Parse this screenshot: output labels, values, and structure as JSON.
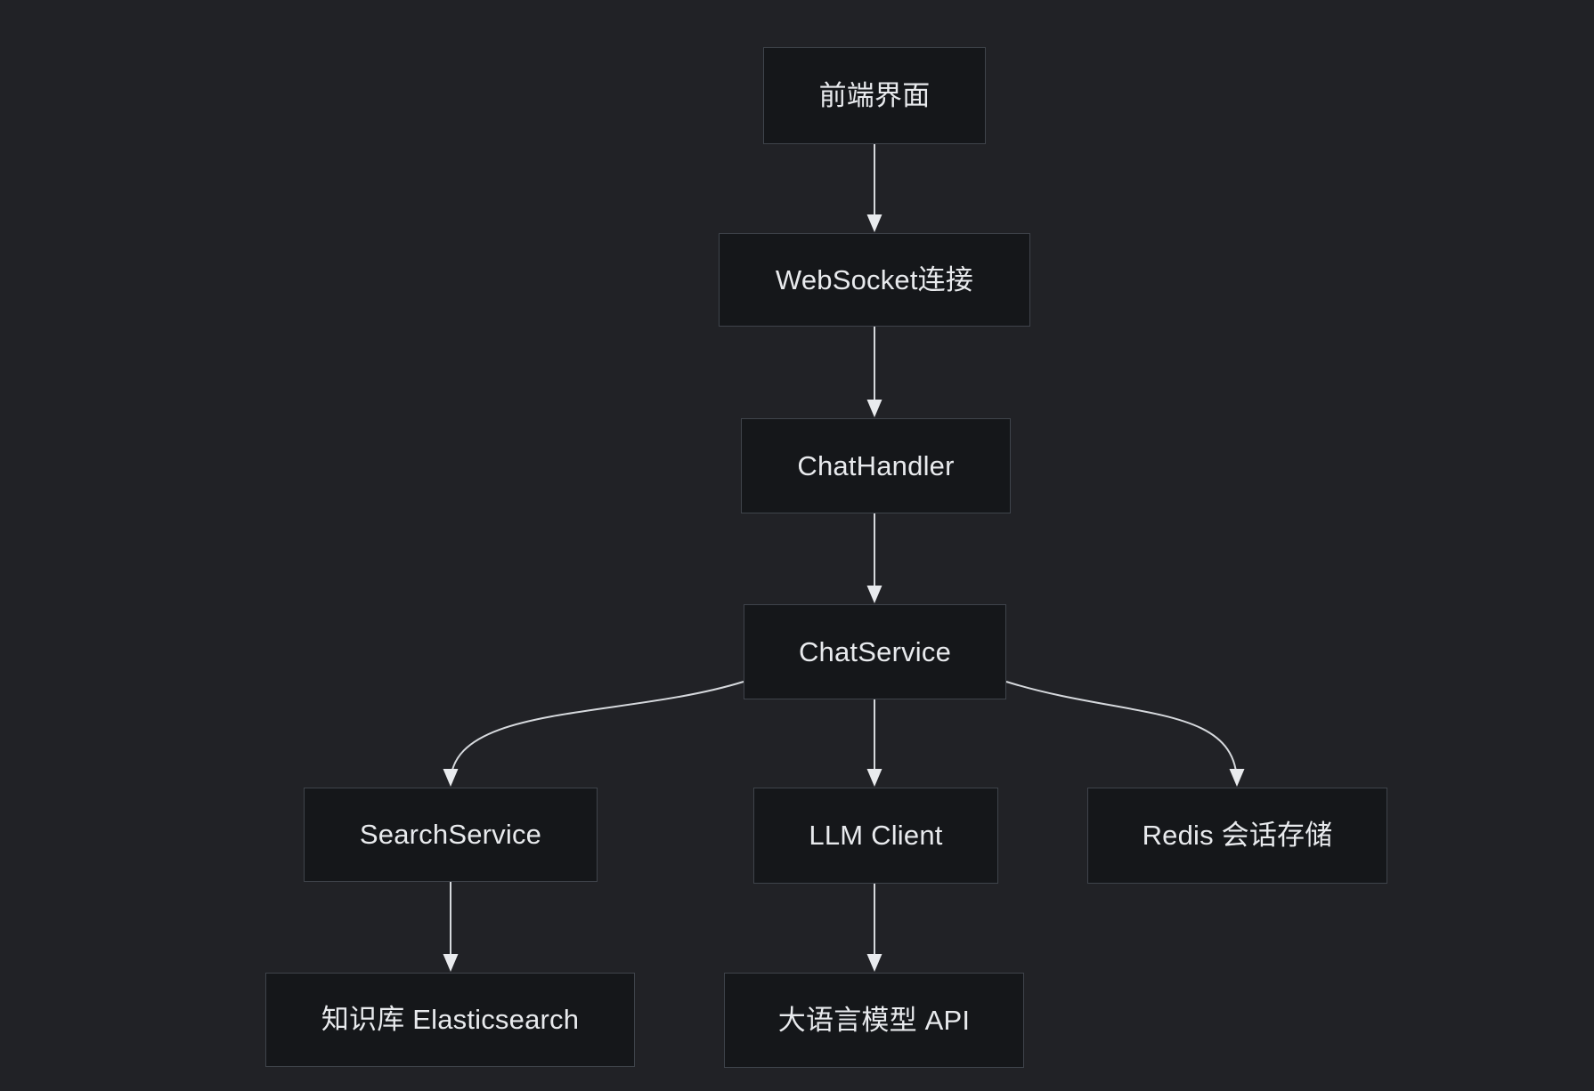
{
  "diagram": {
    "type": "flowchart",
    "direction": "top-down",
    "colors": {
      "background": "#212226",
      "node_fill": "#15171a",
      "node_border": "#3f444b",
      "text": "#e8eaed",
      "edge_line": "#d6d9dd",
      "arrowhead": "#e9ebee"
    },
    "nodes": [
      {
        "id": "frontend",
        "label": "前端界面"
      },
      {
        "id": "websocket",
        "label": "WebSocket连接"
      },
      {
        "id": "chathandler",
        "label": "ChatHandler"
      },
      {
        "id": "chatservice",
        "label": "ChatService"
      },
      {
        "id": "searchservice",
        "label": "SearchService"
      },
      {
        "id": "llmclient",
        "label": "LLM Client"
      },
      {
        "id": "redis",
        "label": "Redis 会话存储"
      },
      {
        "id": "elasticsearch",
        "label": "知识库 Elasticsearch"
      },
      {
        "id": "llmapi",
        "label": "大语言模型 API"
      }
    ],
    "edges": [
      {
        "from": "frontend",
        "to": "websocket"
      },
      {
        "from": "websocket",
        "to": "chathandler"
      },
      {
        "from": "chathandler",
        "to": "chatservice"
      },
      {
        "from": "chatservice",
        "to": "searchservice"
      },
      {
        "from": "chatservice",
        "to": "llmclient"
      },
      {
        "from": "chatservice",
        "to": "redis"
      },
      {
        "from": "searchservice",
        "to": "elasticsearch"
      },
      {
        "from": "llmclient",
        "to": "llmapi"
      }
    ]
  }
}
